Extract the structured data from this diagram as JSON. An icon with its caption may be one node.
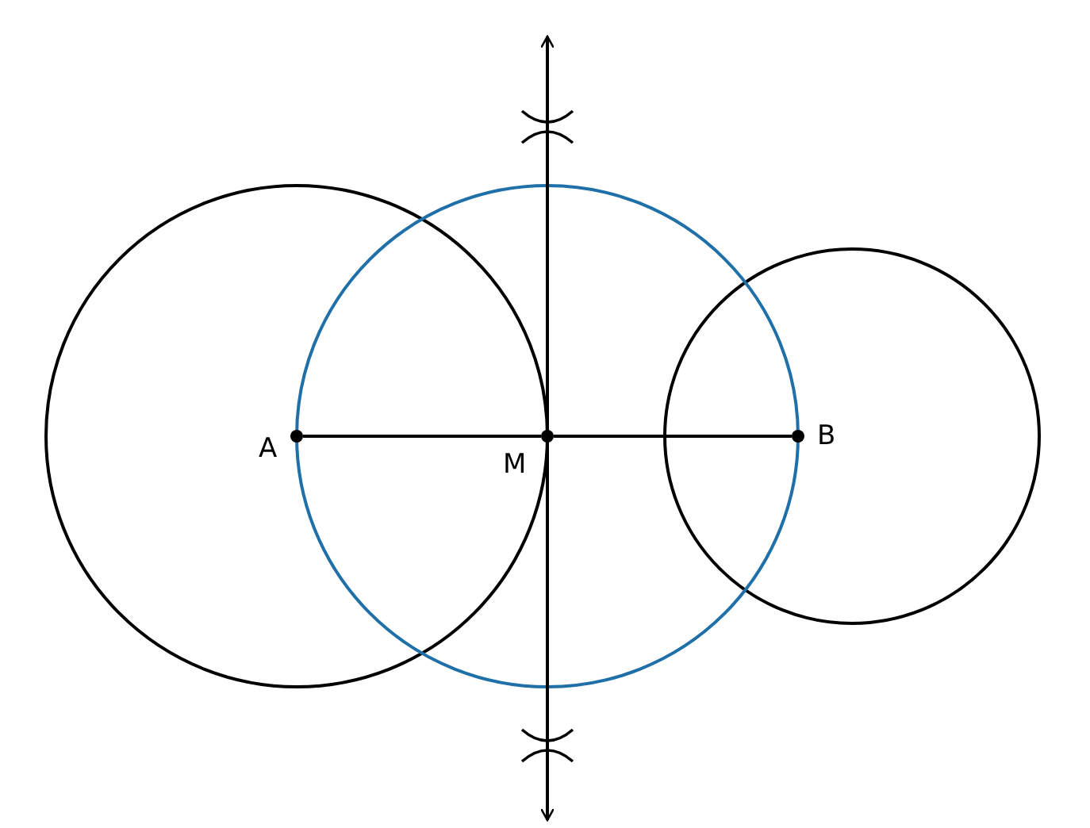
{
  "diagram": {
    "nodes": [
      {
        "text": [],
        "shape": "circle",
        "beside": [
          "A"
        ]
      },
      {
        "text": [],
        "shape": "circle",
        "beside": [
          "M"
        ]
      },
      {
        "text": [],
        "shape": "circle",
        "beside": [
          "B"
        ]
      }
    ],
    "edges": [
      {
        "from": 0,
        "to": 1,
        "arrow": "none"
      },
      {
        "from": 1,
        "to": 2,
        "arrow": "none"
      }
    ]
  }
}
